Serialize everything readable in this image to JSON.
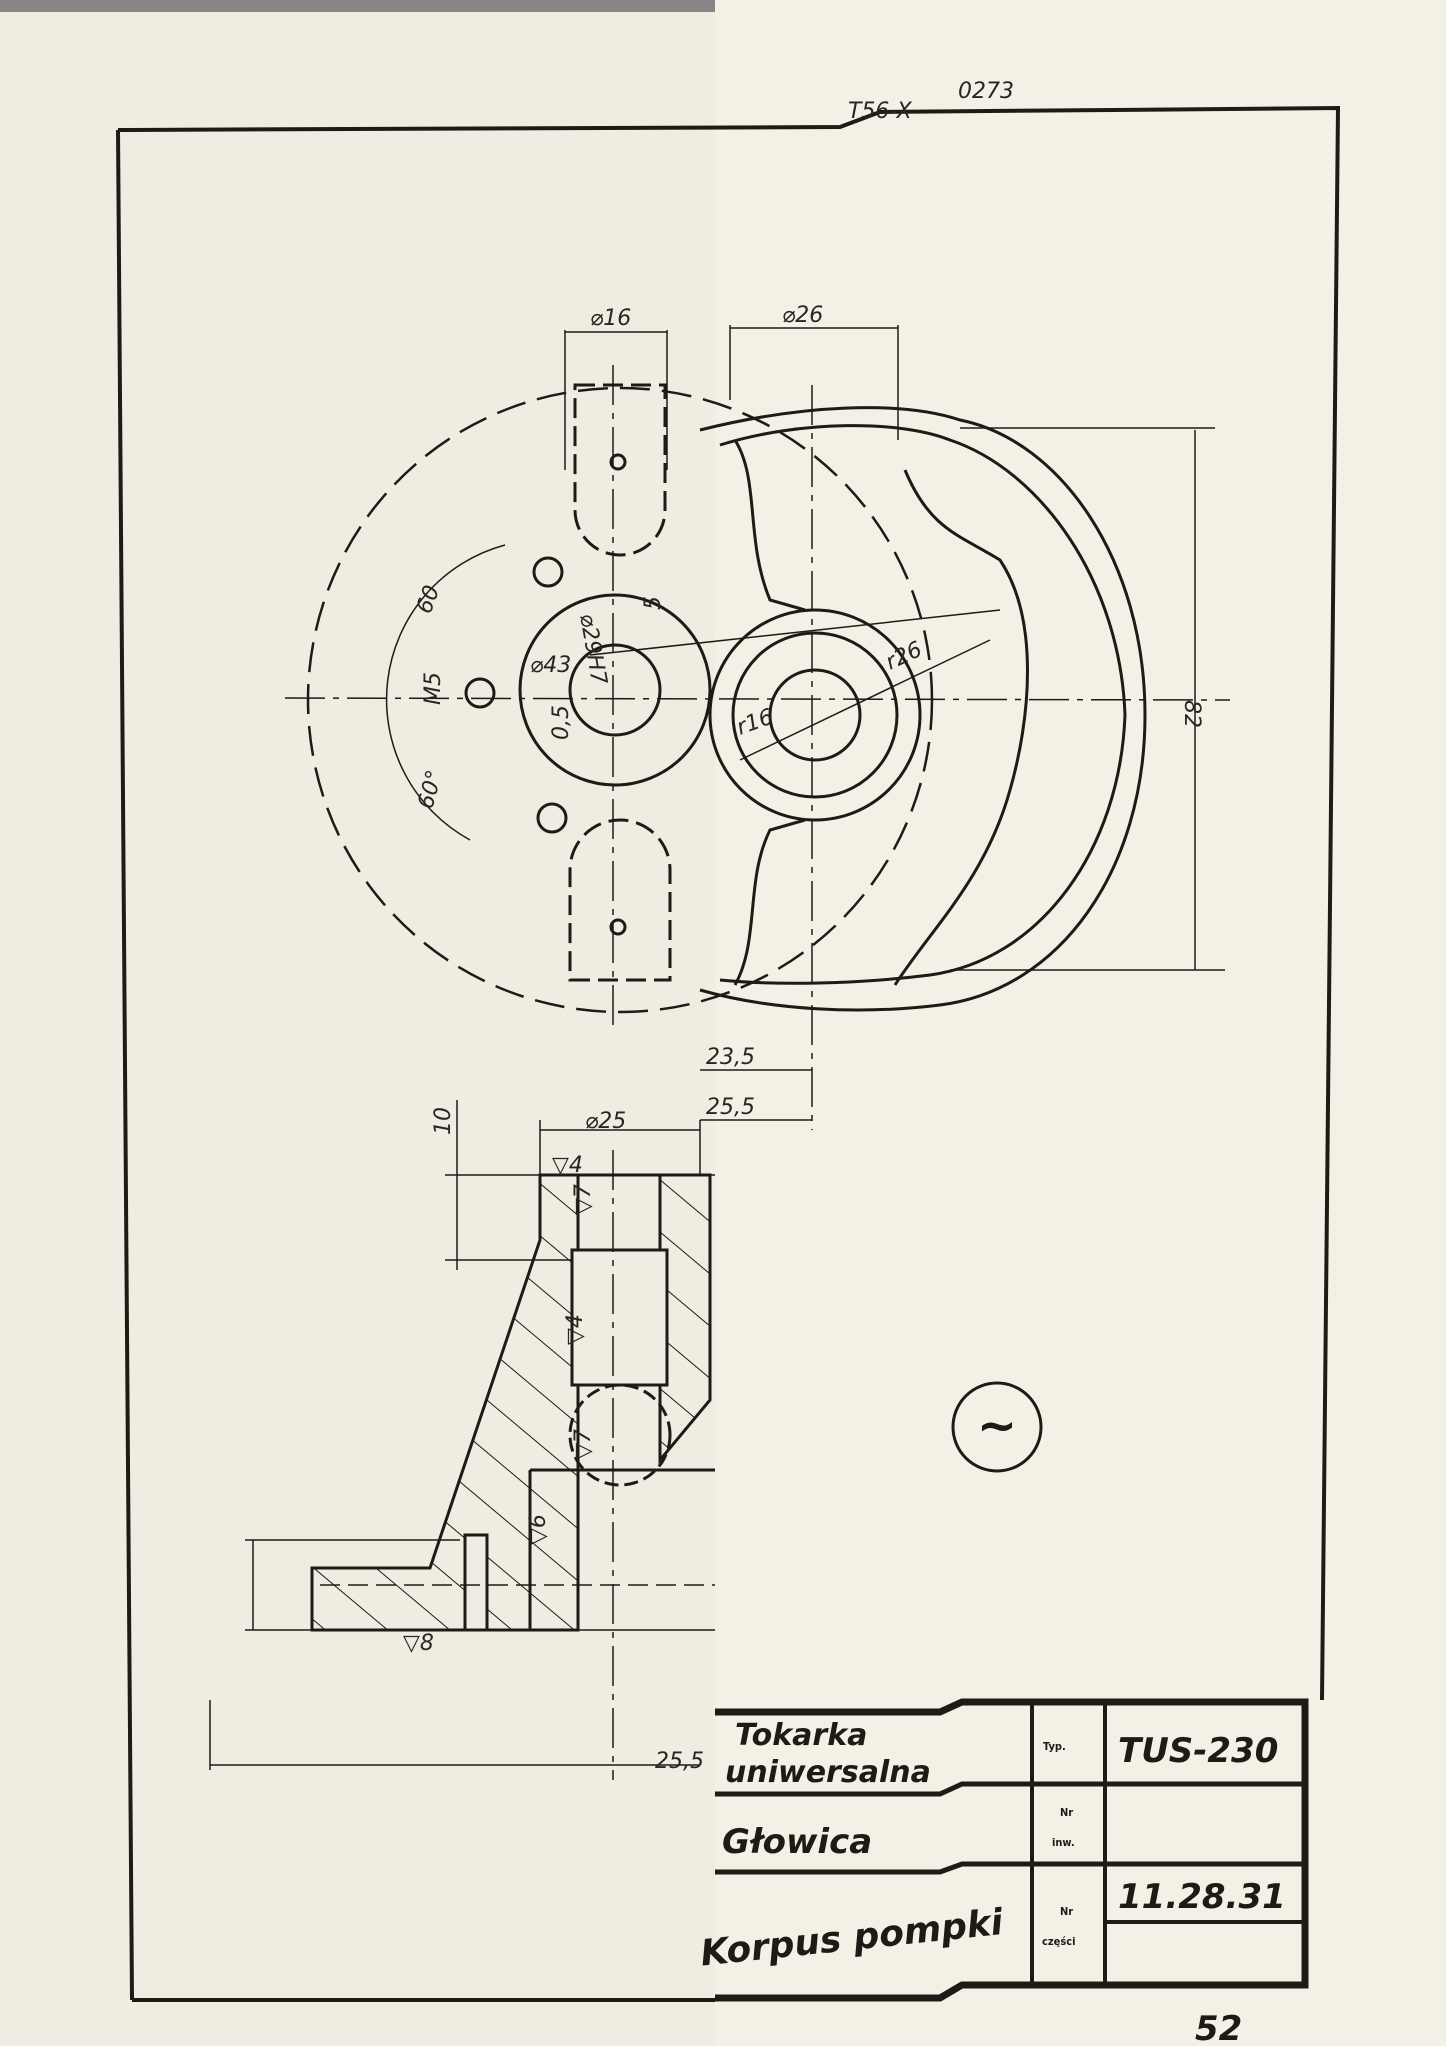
{
  "header": {
    "drawing_code": "T56-X",
    "drawing_number": "0273"
  },
  "top_view_dimensions": {
    "slot_diameter": "⌀16",
    "hub_diameter": "⌀26",
    "angle_top": "60",
    "thread": "M5",
    "angle_bottom": "60°",
    "bore_diameter": "⌀43",
    "radius_outer": "r26",
    "radius_inner": "r16",
    "height": "82",
    "offset_1": "23,5",
    "offset_2": "25,5",
    "depth": "5",
    "small_a": "0,5",
    "fit": "⌀29H7"
  },
  "section_dimensions": {
    "diameter": "⌀25",
    "height": "10",
    "finish_1": "▽4",
    "finish_2": "▽7",
    "finish_3": "▽4",
    "finish_4": "▽7",
    "finish_5": "▽6",
    "finish_6": "▽8",
    "offset": "25,5"
  },
  "symbol": {
    "glyph": "~"
  },
  "title_block": {
    "machine_line1": "Tokarka",
    "machine_line2": "uniwersalna",
    "assembly": "Głowica",
    "part_name": "Korpus pompki",
    "type_label": "Typ.",
    "type_value": "TUS-230",
    "inv_label_1": "Nr",
    "inv_label_2": "inw.",
    "inv_value": "",
    "part_no_label_1": "Nr",
    "part_no_label_2": "części",
    "part_no_value": "11.28.31",
    "extra_value": ""
  },
  "page_number": "52",
  "colors": {
    "paper": "#efece1",
    "ink": "#1e1a16",
    "top_band": "#8a8585"
  }
}
